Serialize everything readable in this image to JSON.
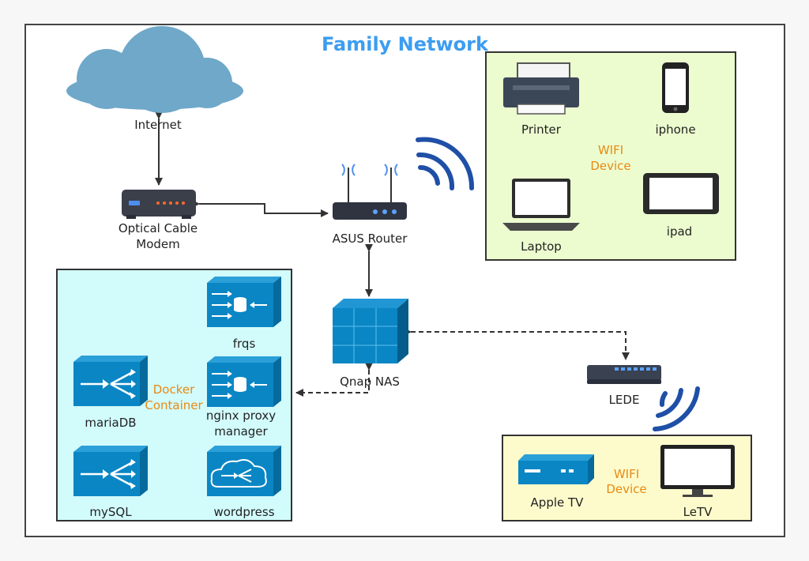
{
  "title": "Family Network",
  "nodes": {
    "internet": "Internet",
    "modem_line1": "Optical Cable",
    "modem_line2": "Modem",
    "router": "ASUS Router",
    "nas": "Qnap NAS",
    "lede": "LEDE",
    "printer": "Printer",
    "iphone": "iphone",
    "laptop": "Laptop",
    "ipad": "ipad",
    "wifi_top_line1": "WIFI",
    "wifi_top_line2": "Device",
    "frqs": "frqs",
    "mariadb": "mariaDB",
    "docker_line1": "Docker",
    "docker_line2": "Container",
    "nginx_line1": "nginx proxy",
    "nginx_line2": "manager",
    "mysql": "mySQL",
    "wordpress": "wordpress",
    "appletv": "Apple TV",
    "letv": "LeTV",
    "wifi_bottom_line1": "WIFI",
    "wifi_bottom_line2": "Device"
  },
  "colors": {
    "cloud": "#6fa8c9",
    "device_blue": "#0a86c4",
    "device_blue_dark": "#066a9c",
    "wifi_arc": "#1f4fa6",
    "wifi_group_bg": "#ecfccf",
    "docker_group_bg": "#d2fbfc",
    "tv_group_bg": "#fdfbcc",
    "title": "#3d9df0",
    "accent_text": "#e88a12"
  }
}
